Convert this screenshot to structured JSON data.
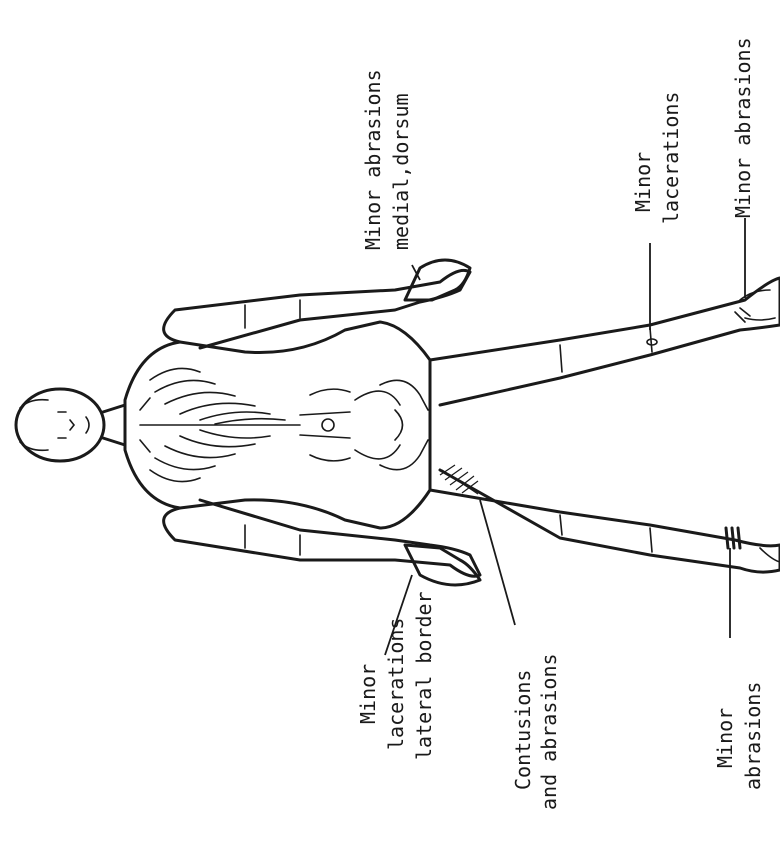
{
  "annotations": {
    "minor_abrasions_medial_dorsum": {
      "line1": "Minor abrasions",
      "line2": "medial,dorsum"
    },
    "minor_lacerations_upper": {
      "line1": "Minor",
      "line2": "lacerations"
    },
    "minor_abrasions_foot": {
      "line1": "Minor abrasions"
    },
    "minor_lacerations_lateral_border": {
      "line1": "Minor",
      "line2": "lacerations",
      "line3": "lateral border"
    },
    "contusions_and_abrasions": {
      "line1": "Contusions",
      "line2": "and abrasions"
    },
    "minor_abrasions_lower": {
      "line1": "Minor",
      "line2": "abrasions"
    }
  }
}
